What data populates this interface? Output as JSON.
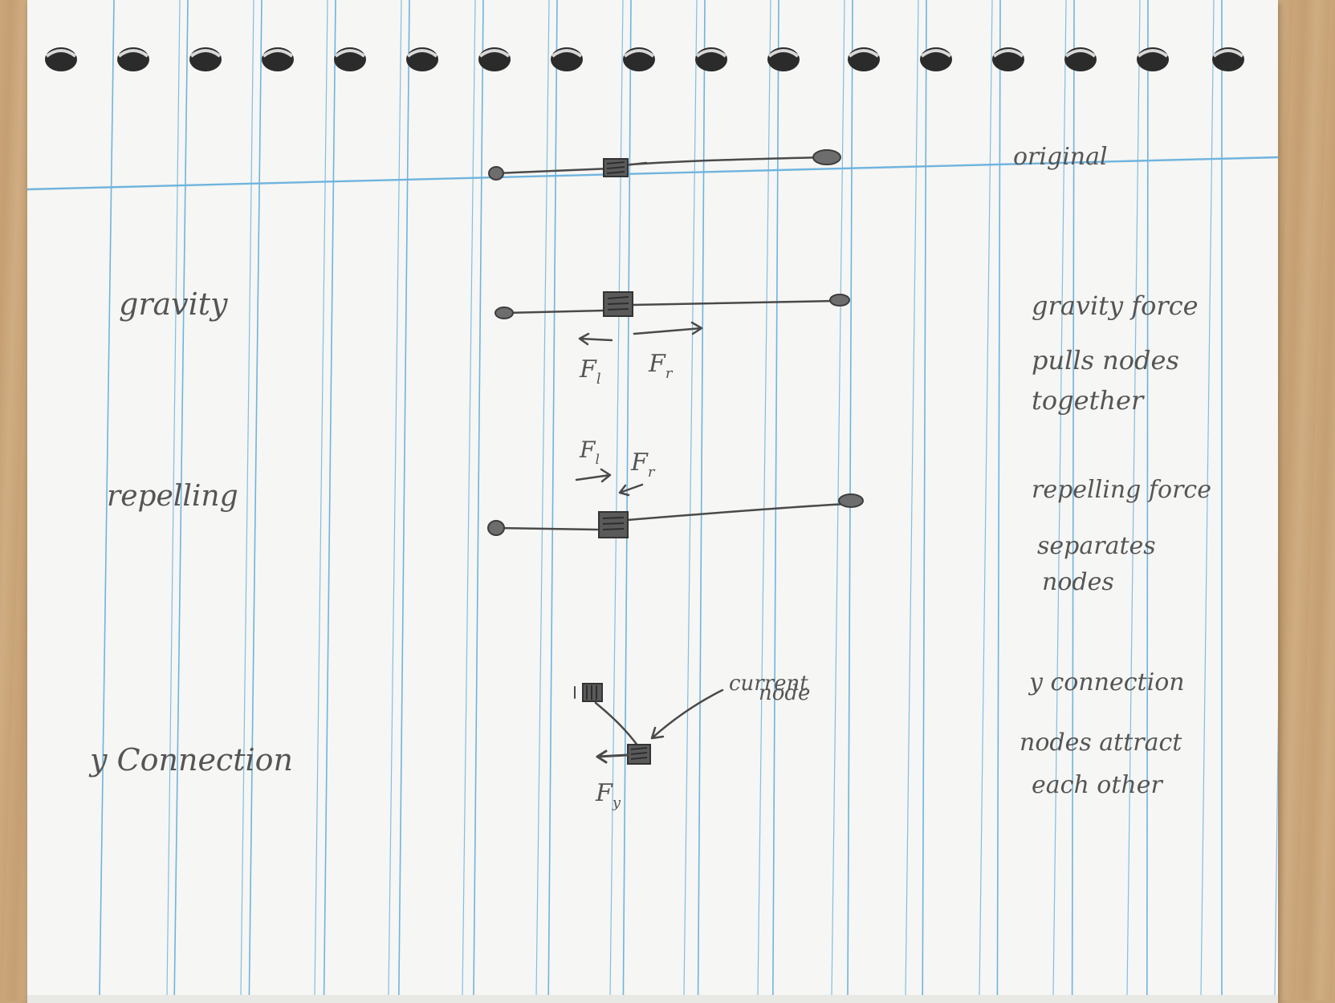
{
  "page": {
    "paper_color": "#f6f6f4",
    "rule_color": "#6fb4de",
    "pencil_color": "#4a4a4a"
  },
  "rows": {
    "original": {
      "note": "original"
    },
    "gravity": {
      "label": "gravity",
      "note_lines": [
        "gravity force",
        "pulls nodes",
        "together"
      ],
      "left_force": "F",
      "left_force_sub": "l",
      "right_force": "F",
      "right_force_sub": "r"
    },
    "repelling": {
      "label": "repelling",
      "note_lines": [
        "repelling force",
        "separates",
        "nodes"
      ],
      "left_force": "F",
      "left_force_sub": "l",
      "right_force": "F",
      "right_force_sub": "r"
    },
    "y_connection": {
      "label": "y Connection",
      "note_lines": [
        "y connection",
        "nodes attract",
        "each other"
      ],
      "current_node_lines": [
        "current",
        "node"
      ],
      "force": "F",
      "force_sub": "y"
    }
  }
}
